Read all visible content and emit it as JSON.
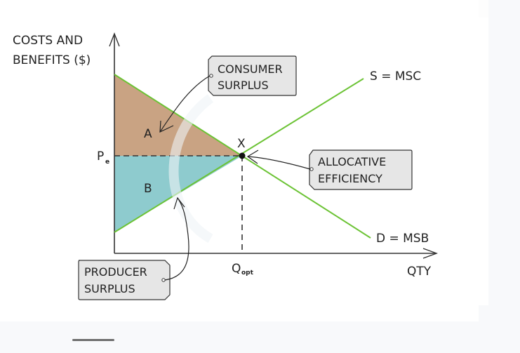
{
  "diagram": {
    "title": "Consumer and producer surplus at allocative efficiency",
    "y_axis_label_line1": "COSTS AND",
    "y_axis_label_line2": "BENEFITS ($)",
    "x_axis_label": "QTY",
    "price_label": "P",
    "price_subscript": "e",
    "quantity_label": "Q",
    "quantity_subscript": "opt",
    "equilibrium_point_label": "X",
    "supply_curve_label": "S = MSC",
    "demand_curve_label": "D = MSB",
    "area_a_label": "A",
    "area_b_label": "B",
    "callouts": {
      "consumer_surplus": [
        "CONSUMER",
        "SURPLUS"
      ],
      "producer_surplus": [
        "PRODUCER",
        "SURPLUS"
      ],
      "allocative_efficiency": [
        "ALLOCATIVE",
        "EFFICIENCY"
      ]
    },
    "colors": {
      "curve": "#6cc335",
      "consumer_surplus_fill": "#c9a383",
      "producer_surplus_fill": "#8ecbce",
      "callout_fill": "#e6e6e6",
      "axis": "#333333"
    }
  }
}
